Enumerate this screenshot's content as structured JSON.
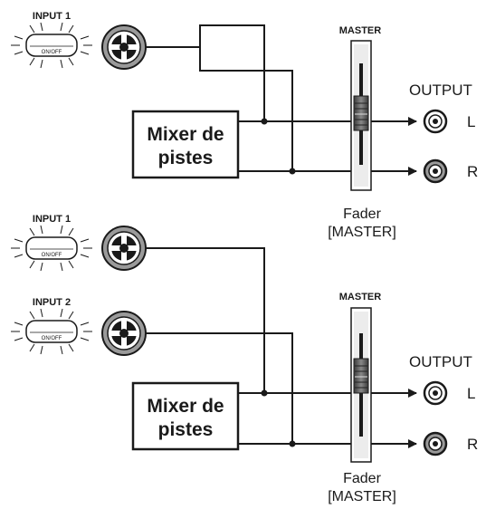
{
  "diagrams": [
    {
      "inputs": [
        {
          "label": "INPUT 1",
          "button_text": "ON/OFF",
          "state": "lit"
        }
      ],
      "mixer": {
        "line1": "Mixer de",
        "line2": "pistes"
      },
      "master_label": "MASTER",
      "output_label": "OUTPUT",
      "outputs": [
        "L",
        "R"
      ],
      "fader": {
        "line1": "Fader",
        "line2": "[MASTER]"
      }
    },
    {
      "inputs": [
        {
          "label": "INPUT 1",
          "button_text": "ON/OFF",
          "state": "lit"
        },
        {
          "label": "INPUT 2",
          "button_text": "ON/OFF",
          "state": "lit"
        }
      ],
      "mixer": {
        "line1": "Mixer de",
        "line2": "pistes"
      },
      "master_label": "MASTER",
      "output_label": "OUTPUT",
      "outputs": [
        "L",
        "R"
      ],
      "fader": {
        "line1": "Fader",
        "line2": "[MASTER]"
      }
    }
  ],
  "colors": {
    "line": "#1a1a1a",
    "jack_gray": "#9a9a9a",
    "fader_knob": "#555555"
  }
}
